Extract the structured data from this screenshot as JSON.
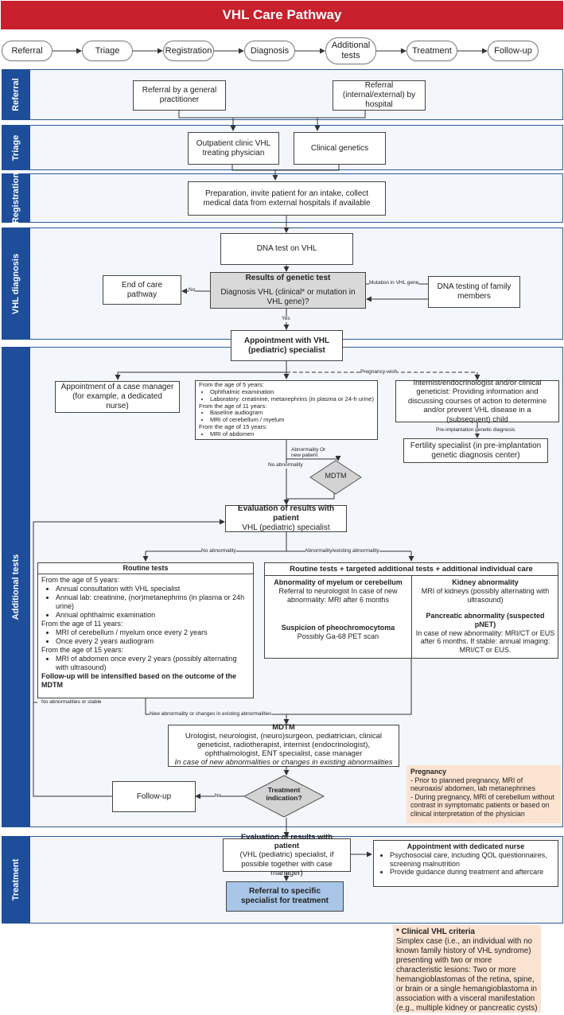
{
  "title": "VHL Care Pathway",
  "steps": [
    "Referral",
    "Triage",
    "Registration",
    "Diagnosis",
    "Additional tests",
    "Treatment",
    "Follow-up"
  ],
  "sections": {
    "referral": "Referral",
    "triage": "Triage",
    "registration": "Registration",
    "diagnosis": "VHL diagnosis",
    "additional": "Additional tests",
    "treatment": "Treatment"
  },
  "referral": {
    "gp": "Referral by a general practitioner",
    "hospital": "Referral (internal/external) by hospital"
  },
  "triage": {
    "outpatient": "Outpatient clinic VHL treating physician",
    "genetics": "Clinical genetics"
  },
  "registration": {
    "text": "Preparation, invite patient for an intake, collect medical data from external hospitals if available"
  },
  "diagnosis": {
    "dna_test": "DNA test on VHL",
    "results_title": "Results of genetic test",
    "results_text": "Diagnosis VHL (clinical* or mutation in VHL gene)?",
    "end": "End of care pathway",
    "family": "DNA testing of family members",
    "no": "No",
    "yes": "Yes",
    "mutation": "Mutation in VHL gene"
  },
  "appointment": "Appointment with VHL (pediatric) specialist",
  "case_manager": "Appointment of a case manager (for example, a dedicated nurse)",
  "screening": {
    "h1": "From the age of 5 years:",
    "l1": [
      "Ophthalmic examination",
      "Laboratory: creatinine, metanephrins (in plasma or 24-h urine)"
    ],
    "h2": "From the age of 11 years:",
    "l2": [
      "Baseline audiogram",
      "MRI of cerebellum / myelum"
    ],
    "h3": "From the age of 15 years:",
    "l3": [
      "MRI of abdomen"
    ]
  },
  "pregnancy_wish": "Pregnancy-wish",
  "internist": "Internist/endocrinologist and/or clinical geneticist: Providing information and discussing courses of action to determine and/or prevent VHL disease in a (subsequent) child",
  "pre_implantation": "Pre-implantation genetic diagnosis",
  "fertility": "Fertility specialist (in pre-implantation genetic diagnosis center)",
  "abnormality_label": "Abnormality Or new patient",
  "no_abnormality_label": "No abnormality",
  "mdtm_small": "MDTM",
  "evaluation": {
    "title": "Evaluation of results with patient",
    "sub": "VHL (pediatric) specialist"
  },
  "branch_no": "No abnormality",
  "branch_abn": "Abnormality/existing abnormality",
  "routine": {
    "title": "Routine tests",
    "h1": "From the age of 5 years:",
    "l1": [
      "Annual consultation with VHL specialist",
      "Annual lab: creatinine, (nor)metanephrins (in plasma or 24h urine)",
      "Annual ophthalmic examination"
    ],
    "h2": "From the age of 11 years:",
    "l2": [
      "MRI of cerebellum / myelum once every 2 years",
      "Once every 2 years audiogram"
    ],
    "h3": "From the age of 15 years:",
    "l3": [
      "MRI of abdomen once every 2 years (possibly alternating with ultrasound)"
    ],
    "footer": "Follow-up will be intensified based on the outcome of the MDTM"
  },
  "targeted": {
    "title": "Routine tests + targeted additional tests + additional individual care",
    "myelum_title": "Abnormality of myelum or cerebellum",
    "myelum_text": "Referral to neurologist In case of new abnormality: MRI after 6 months",
    "kidney_title": "Kidney abnormality",
    "kidney_text": "MRI of kidneys (possibly alternating with ultrasound)",
    "pheo_title": "Suspicion of pheochromocytoma",
    "pheo_text": "Possibly Ga-68 PET scan",
    "pancreas_title": "Pancreatic abnormality (suspected pNET)",
    "pancreas_text": "In case of new abnormality: MRI/CT or EUS after 6 months. If stable: annual imaging: MRI/CT or EUS."
  },
  "no_abn_stable": "No abnormalities or stable",
  "new_abn": "New abnormality or changes in existing abnormalities",
  "mdtm": {
    "title": "MDTM",
    "text": "Urologist, neurologist, (neuro)surgeon, pediatrician, clinical geneticist, radiotherapist, internist (endocrinologist), ophthalmologist, ENT specialist, case manager",
    "italic": "In case of new abnormalities or changes in existing abnormalities"
  },
  "followup": "Follow-up",
  "treatment_indication": "Treatment indication?",
  "no_label": "No",
  "pregnancy": {
    "title": "Pregnancy",
    "l1": "- Prior to planned pregnancy, MRI of neuroaxis/ abdomen, lab metanephrines",
    "l2": "- During pregnancy, MRI of cerebellum without contrast in symptomatic patients or based on clinical interpretation of the physician"
  },
  "treat_eval": {
    "title": "Evaluation of results with patient",
    "sub": "(VHL (pediatric) specialist, if possible together with case manager)"
  },
  "nurse": {
    "title": "Appointment with dedicated nurse",
    "items": [
      "Psychosocial care, including QOL questionnaires, screening malnutrition",
      "Provide guidance during treatment and aftercare"
    ]
  },
  "referral_specialist": "Referral to specific specialist for treatment",
  "clinical": {
    "title": "* Clinical VHL criteria",
    "text": "Simplex case (i.e., an individual with no known family history of VHL syndrome) presenting with two or more characteristic lesions: Two or more hemangioblastomas of the retina, spine, or brain or a single hemangioblastoma in association with a visceral manifestation (e.g., multiple kidney or pancreatic cysts)"
  }
}
